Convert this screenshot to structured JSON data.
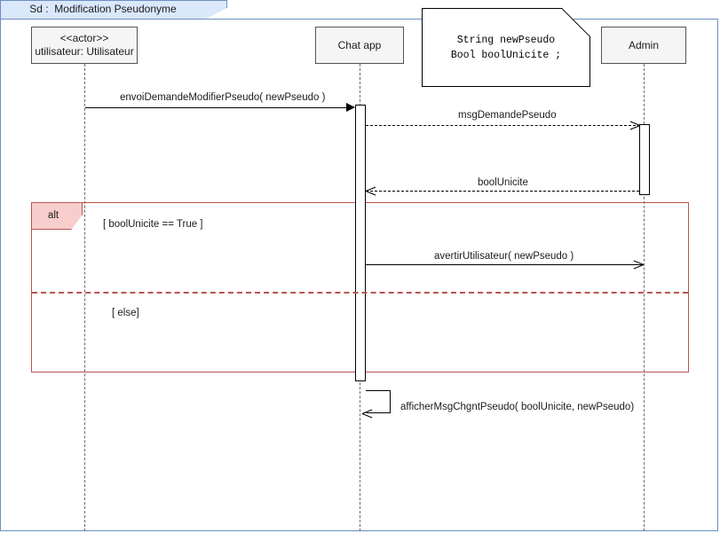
{
  "frame": {
    "title": "Sd :  Modification Pseudonyme"
  },
  "lifelines": [
    {
      "id": "utilisateur",
      "stereotype": "<<actor>>",
      "name": "utilisateur: Utilisateur"
    },
    {
      "id": "chatapp",
      "stereotype": "",
      "name": "Chat app"
    },
    {
      "id": "admin",
      "stereotype": "",
      "name": "Admin"
    }
  ],
  "note": {
    "line1": "String newPseudo",
    "line2": "Bool boolUnicite ;"
  },
  "messages": [
    {
      "id": "msg1",
      "label": "envoiDemandeModifierPseudo( newPseudo )",
      "from": "utilisateur",
      "to": "chatapp",
      "style": "solid",
      "arrow": "filled"
    },
    {
      "id": "msg2",
      "label": "msgDemandePseudo",
      "from": "chatapp",
      "to": "admin",
      "style": "dashed",
      "arrow": "open"
    },
    {
      "id": "msg3",
      "label": "boolUnicite",
      "from": "admin",
      "to": "chatapp",
      "style": "dashed",
      "arrow": "open"
    },
    {
      "id": "msg4",
      "label": "avertirUtilisateur( newPseudo )",
      "from": "chatapp",
      "to": "admin",
      "style": "solid",
      "arrow": "open"
    },
    {
      "id": "msg5",
      "label": "afficherMsgChgntPseudo( boolUnicite, newPseudo)",
      "from": "chatapp",
      "to": "chatapp",
      "style": "solid",
      "arrow": "open"
    }
  ],
  "fragment": {
    "operator": "alt",
    "guard_1": "[ boolUnicite == True ]",
    "guard_2": "[ else]"
  },
  "colors": {
    "frame_border": "#6c8ebf",
    "frame_tab_fill": "#dae8fc",
    "fragment_border": "#b85450",
    "fragment_tab_fill": "#f8cecc",
    "head_fill": "#f5f5f5",
    "line": "#000000"
  }
}
